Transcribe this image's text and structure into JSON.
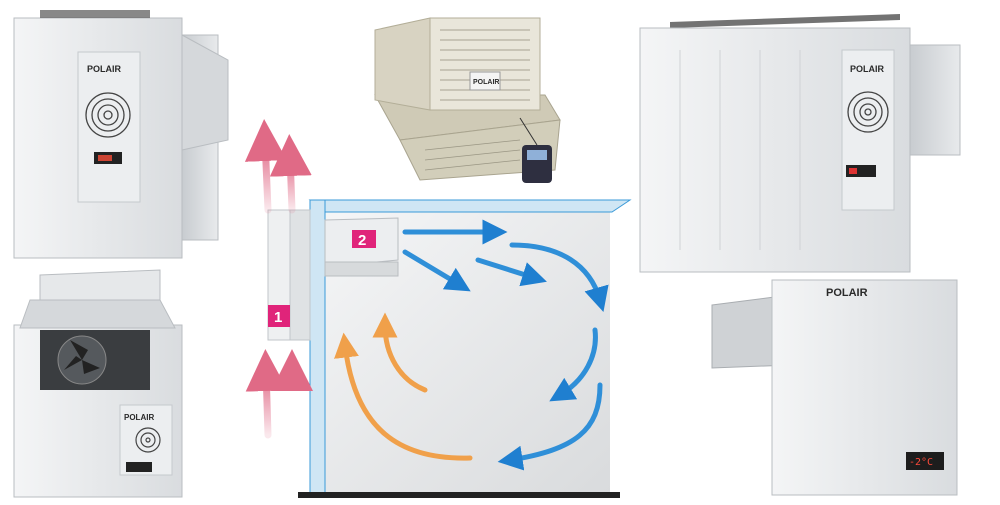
{
  "brand": {
    "unit_top_left": "POLAIR",
    "unit_top_center": "POLAIR",
    "unit_top_right": "POLAIR",
    "unit_bottom_left": "POLAIR",
    "unit_bottom_right": "POLAIR"
  },
  "diagram": {
    "label_condenser": "1",
    "label_evaporator": "2"
  },
  "displays": {
    "bottom_right": "-2°C"
  },
  "colors": {
    "hot_air": "#e06a86",
    "cold_air": "#2f8fd8",
    "warm_return": "#f0a04a",
    "label_badge": "#e0247a",
    "room_wall": "#cfe6f4"
  }
}
